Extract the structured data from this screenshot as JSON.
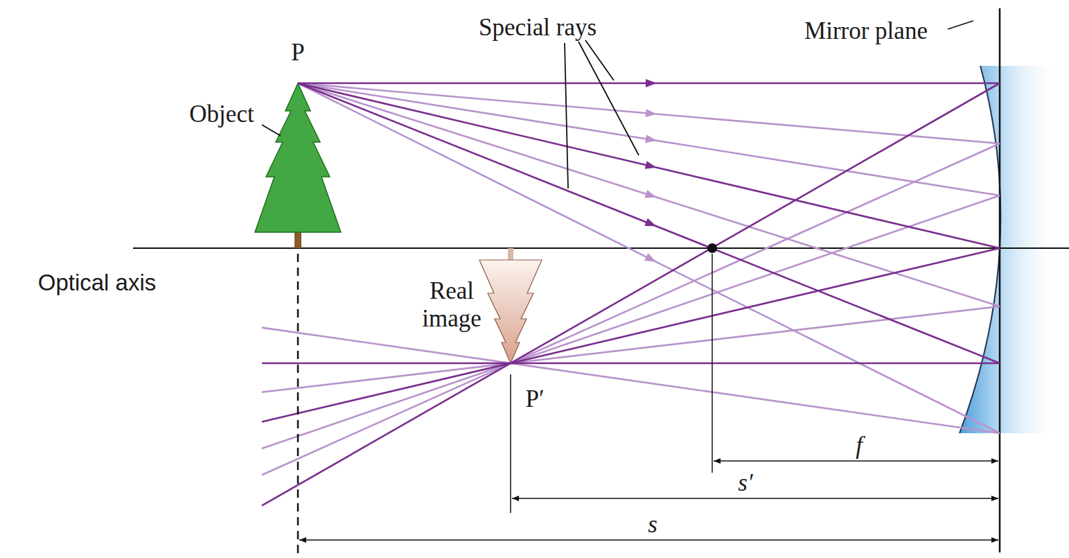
{
  "diagram": {
    "labels": [
      "Special rays",
      "Mirror plane",
      "P",
      "Object",
      "Optical axis",
      "Real image",
      "P′",
      "f",
      "s′",
      "s"
    ]
  }
}
